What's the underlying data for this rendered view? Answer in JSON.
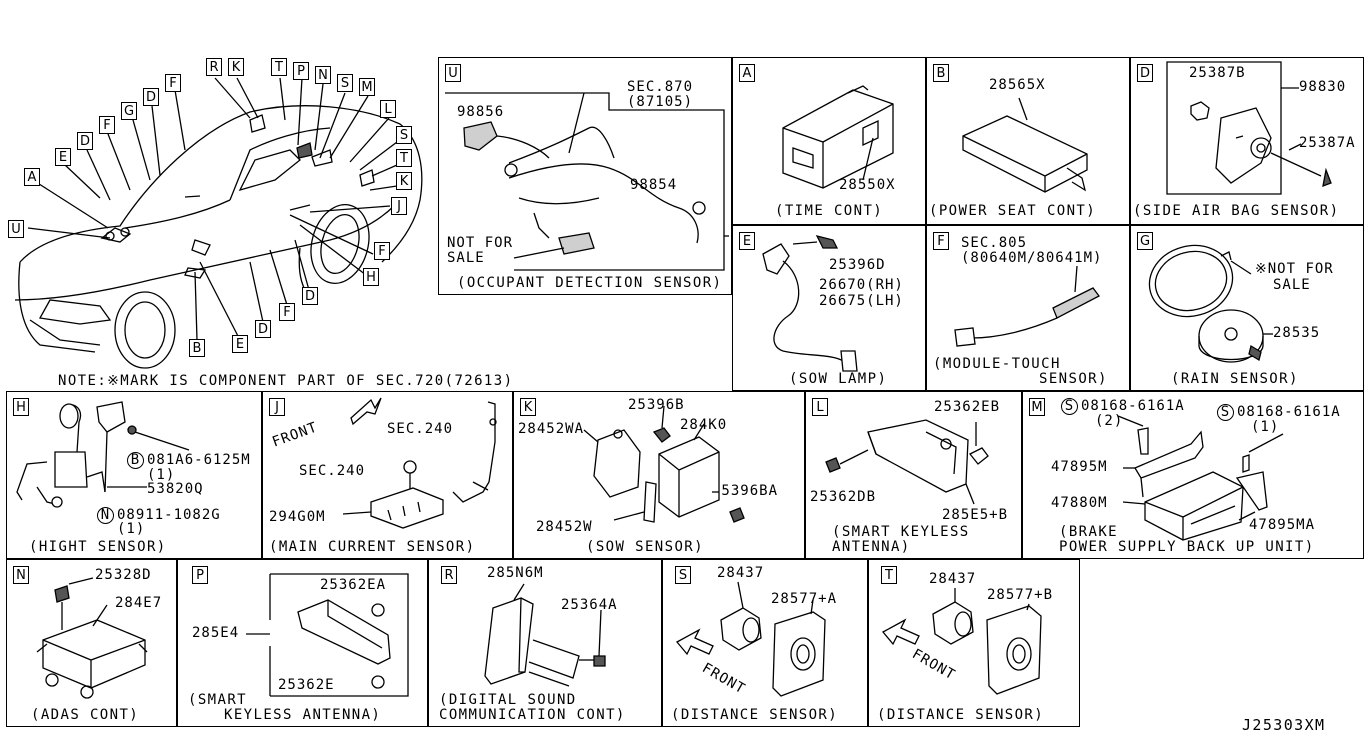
{
  "overview": {
    "tags": [
      "R",
      "K",
      "T",
      "P",
      "N",
      "S",
      "M",
      "L",
      "F",
      "G",
      "D",
      "F",
      "E",
      "D",
      "A",
      "U",
      "S",
      "T",
      "K",
      "J",
      "F",
      "H",
      "B",
      "E",
      "D",
      "F",
      "D"
    ],
    "note": "NOTE:※MARK IS COMPONENT PART OF SEC.720(72613)"
  },
  "panels": {
    "U": {
      "tag": "U",
      "sec": "SEC.870",
      "sec_code": "(87105)",
      "parts": [
        "98856",
        "98854"
      ],
      "not_for_sale": "NOT FOR",
      "sale": "SALE",
      "caption": "(OCCUPANT DETECTION SENSOR)"
    },
    "A": {
      "tag": "A",
      "parts": [
        "28550X"
      ],
      "caption": "(TIME CONT)"
    },
    "B": {
      "tag": "B",
      "parts": [
        "28565X"
      ],
      "caption": "(POWER SEAT CONT)"
    },
    "D": {
      "tag": "D",
      "parts": [
        "25387B",
        "98830",
        "25387A"
      ],
      "caption": "(SIDE AIR BAG SENSOR)"
    },
    "E": {
      "tag": "E",
      "parts": [
        "25396D",
        "26670(RH)",
        "26675(LH)"
      ],
      "caption": "(SOW LAMP)"
    },
    "F": {
      "tag": "F",
      "sec": "SEC.805",
      "sec_code": "(80640M/80641M)",
      "caption_1": "(MODULE-TOUCH",
      "caption_2": "SENSOR)"
    },
    "G": {
      "tag": "G",
      "note_1": "※NOT FOR",
      "note_2": "SALE",
      "parts": [
        "28535"
      ],
      "caption": "(RAIN SENSOR)"
    },
    "H": {
      "tag": "H",
      "parts": [
        "081A6-6125M",
        "(1)",
        "53820Q",
        "08911-1082G",
        "(1)"
      ],
      "circle_b": "B",
      "circle_n": "N",
      "caption": "(HIGHT SENSOR)"
    },
    "J": {
      "tag": "J",
      "front": "FRONT",
      "sec_a": "SEC.240",
      "sec_b": "SEC.240",
      "parts": [
        "294G0M"
      ],
      "caption": "(MAIN CURRENT SENSOR)"
    },
    "K": {
      "tag": "K",
      "parts": [
        "25396B",
        "28452WA",
        "284K0",
        "25396BA",
        "28452W"
      ],
      "caption": "(SOW SENSOR)"
    },
    "L": {
      "tag": "L",
      "parts": [
        "25362EB",
        "25362DB",
        "285E5+B"
      ],
      "caption_1": "(SMART KEYLESS",
      "caption_2": "ANTENNA)"
    },
    "M": {
      "tag": "M",
      "circle_s": "S",
      "bolt_a": "08168-6161A",
      "bolt_a_qty": "(2)",
      "bolt_b": "08168-6161A",
      "bolt_b_qty": "(1)",
      "parts": [
        "47895M",
        "47880M",
        "47895MA"
      ],
      "caption_1": "(BRAKE",
      "caption_2": "POWER SUPPLY BACK UP UNIT)"
    },
    "N": {
      "tag": "N",
      "parts": [
        "25328D",
        "284E7"
      ],
      "caption": "(ADAS CONT)"
    },
    "P": {
      "tag": "P",
      "parts": [
        "25362EA",
        "285E4",
        "25362E"
      ],
      "caption_1": "(SMART",
      "caption_2": "KEYLESS ANTENNA)"
    },
    "R": {
      "tag": "R",
      "parts": [
        "285N6M",
        "25364A"
      ],
      "caption_1": "(DIGITAL SOUND",
      "caption_2": "COMMUNICATION CONT)"
    },
    "S": {
      "tag": "S",
      "parts": [
        "28437",
        "28577+A"
      ],
      "front": "FRONT",
      "caption": "(DISTANCE SENSOR)"
    },
    "T": {
      "tag": "T",
      "parts": [
        "28437",
        "28577+B"
      ],
      "front": "FRONT",
      "caption": "(DISTANCE SENSOR)"
    }
  },
  "diagram_id": "J25303XM"
}
